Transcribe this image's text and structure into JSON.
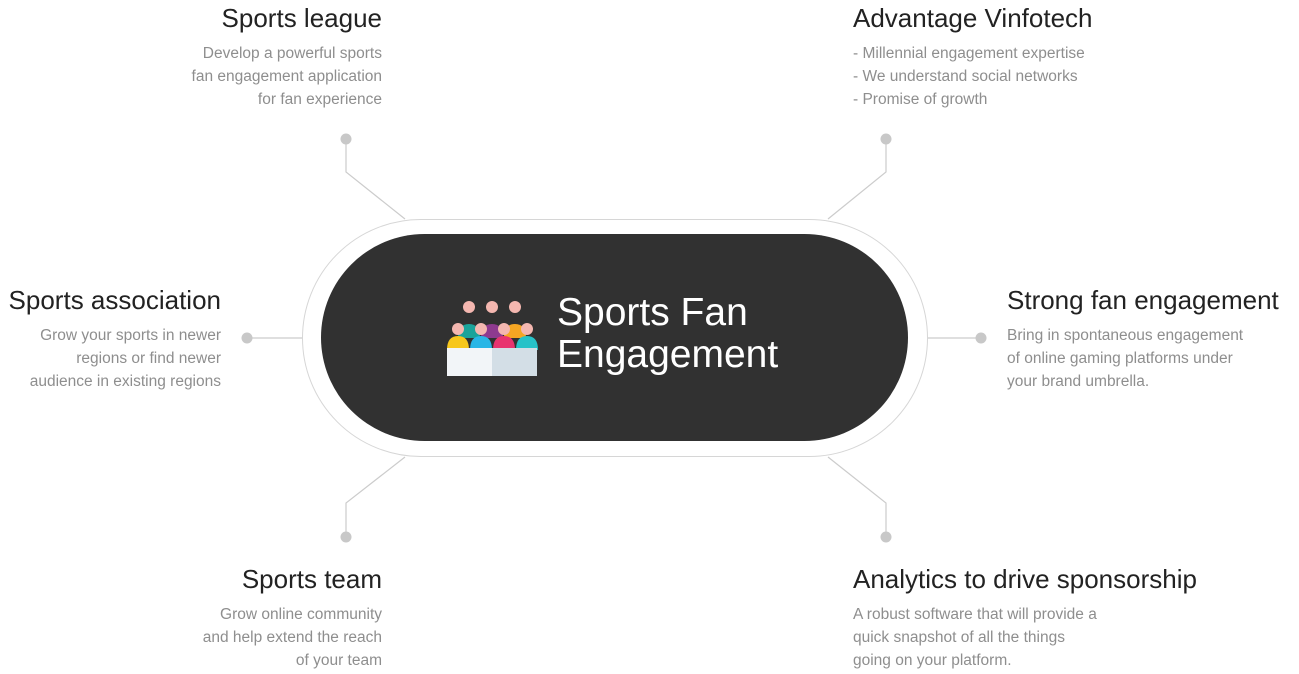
{
  "center": {
    "title_line1": "Sports Fan",
    "title_line2": "Engagement",
    "icon": "audience-fans-icon"
  },
  "colors": {
    "pill": "#313131",
    "connector": "#cccccc",
    "dot": "#c8c8c8",
    "heading": "#222222",
    "body": "#8e8e8e"
  },
  "items": {
    "sports_league": {
      "title": "Sports league",
      "lines": [
        "Develop a powerful sports",
        "fan engagement application",
        "for fan experience"
      ]
    },
    "sports_association": {
      "title": "Sports association",
      "lines": [
        "Grow your sports in newer",
        "regions or find newer",
        "audience in existing regions"
      ]
    },
    "sports_team": {
      "title": "Sports team",
      "lines": [
        "Grow online community",
        "and help extend the reach",
        "of your team"
      ]
    },
    "advantage": {
      "title": "Advantage Vinfotech",
      "lines": [
        "- Millennial engagement expertise",
        "- We understand social networks",
        "- Promise of growth"
      ]
    },
    "strong_engagement": {
      "title": "Strong fan engagement",
      "lines": [
        "Bring in spontaneous engagement",
        "of online gaming platforms under",
        "your brand umbrella."
      ]
    },
    "analytics": {
      "title": "Analytics to drive sponsorship",
      "lines": [
        "A robust software that will provide a",
        "quick snapshot of all the things",
        "going on your platform."
      ]
    }
  }
}
